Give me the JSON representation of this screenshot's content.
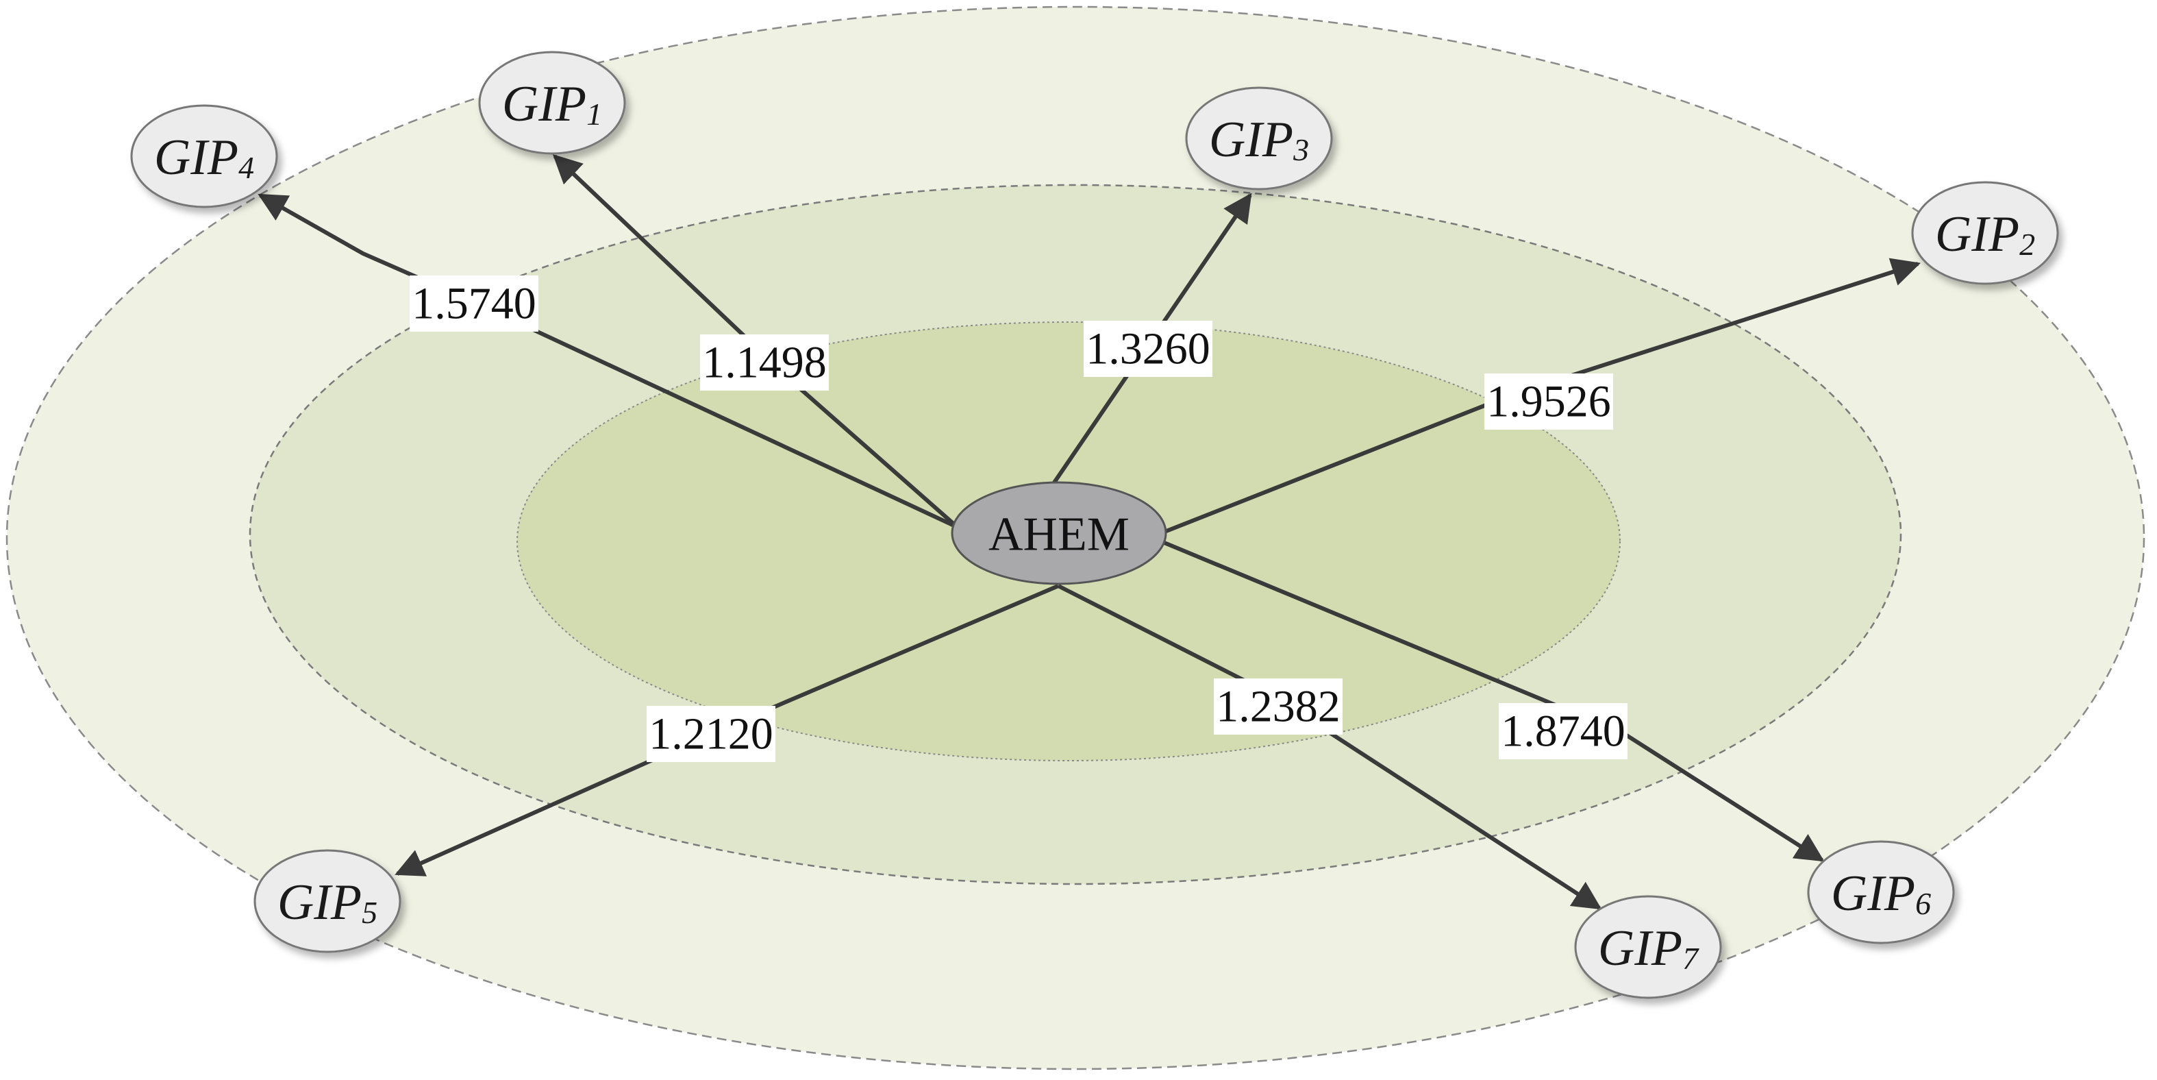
{
  "center": {
    "label": "AHEM"
  },
  "nodes": [
    {
      "id": "gip1",
      "name": "GIP",
      "sub": "1",
      "weight": "1.1498"
    },
    {
      "id": "gip2",
      "name": "GIP",
      "sub": "2",
      "weight": "1.9526"
    },
    {
      "id": "gip3",
      "name": "GIP",
      "sub": "3",
      "weight": "1.3260"
    },
    {
      "id": "gip4",
      "name": "GIP",
      "sub": "4",
      "weight": "1.5740"
    },
    {
      "id": "gip5",
      "name": "GIP",
      "sub": "5",
      "weight": "1.2120"
    },
    {
      "id": "gip6",
      "name": "GIP",
      "sub": "6",
      "weight": "1.8740"
    },
    {
      "id": "gip7",
      "name": "GIP",
      "sub": "7",
      "weight": "1.2382"
    }
  ],
  "colors": {
    "outer_ring": "#eff1e3",
    "middle_ring": "#e0e6cc",
    "inner_ring": "#d2dcb0",
    "center_fill": "#a9a9ab",
    "node_fill": "#ececec",
    "edge": "#3a3a3a"
  }
}
